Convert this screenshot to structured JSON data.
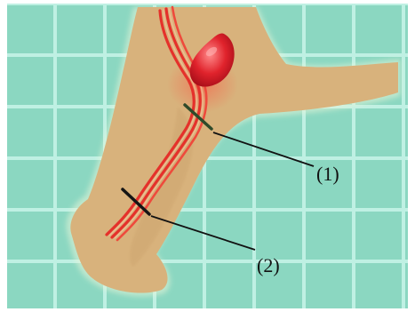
{
  "figure": {
    "labels": [
      {
        "id": "1",
        "text": "(1)"
      },
      {
        "id": "2",
        "text": "(2)"
      }
    ]
  },
  "colors": {
    "tile": "#8fd9c4",
    "tile_grout": "#bff0e3",
    "limb_skin": "#d9b47e",
    "blood_vessel": "#e5312b",
    "organ": "#d81c26",
    "cut_mark_1": "#2f4a2a",
    "cut_mark_2": "#151515",
    "pointer_line": "#111111"
  },
  "icons": [
    "leg-illustration",
    "blood-vessel",
    "organ",
    "cut-mark"
  ]
}
